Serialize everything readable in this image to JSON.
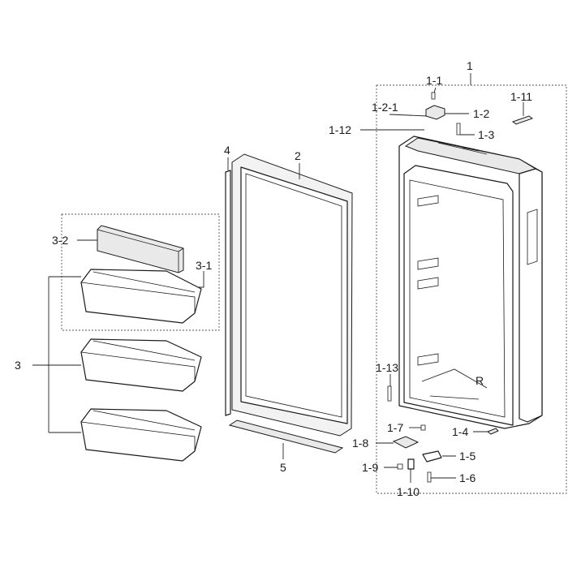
{
  "labels": {
    "l1": "1",
    "l1_1": "1-1",
    "l1_2_1": "1-2-1",
    "l1_2": "1-2",
    "l1_11": "1-11",
    "l1_12": "1-12",
    "l1_3": "1-3",
    "l4": "4",
    "l2": "2",
    "l3_2": "3-2",
    "l3_1": "3-1",
    "l3": "3",
    "l1_13": "1-13",
    "l1_7": "1-7",
    "l1_4": "1-4",
    "l1_8": "1-8",
    "l1_5": "1-5",
    "l1_9": "1-9",
    "l1_6": "1-6",
    "l1_10": "1-10",
    "l5": "5",
    "door_mark": "R"
  }
}
